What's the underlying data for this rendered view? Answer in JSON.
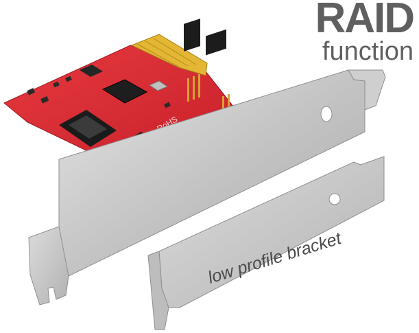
{
  "headline": {
    "title": "RAID",
    "subtitle": "function"
  },
  "caption": "low profile bracket",
  "board_marking": "RoHS",
  "colors": {
    "pcb": "#d9252f",
    "gold_contacts": "#e2b22f",
    "bracket": "#c9c9c9",
    "text": "#5f5f5f"
  }
}
